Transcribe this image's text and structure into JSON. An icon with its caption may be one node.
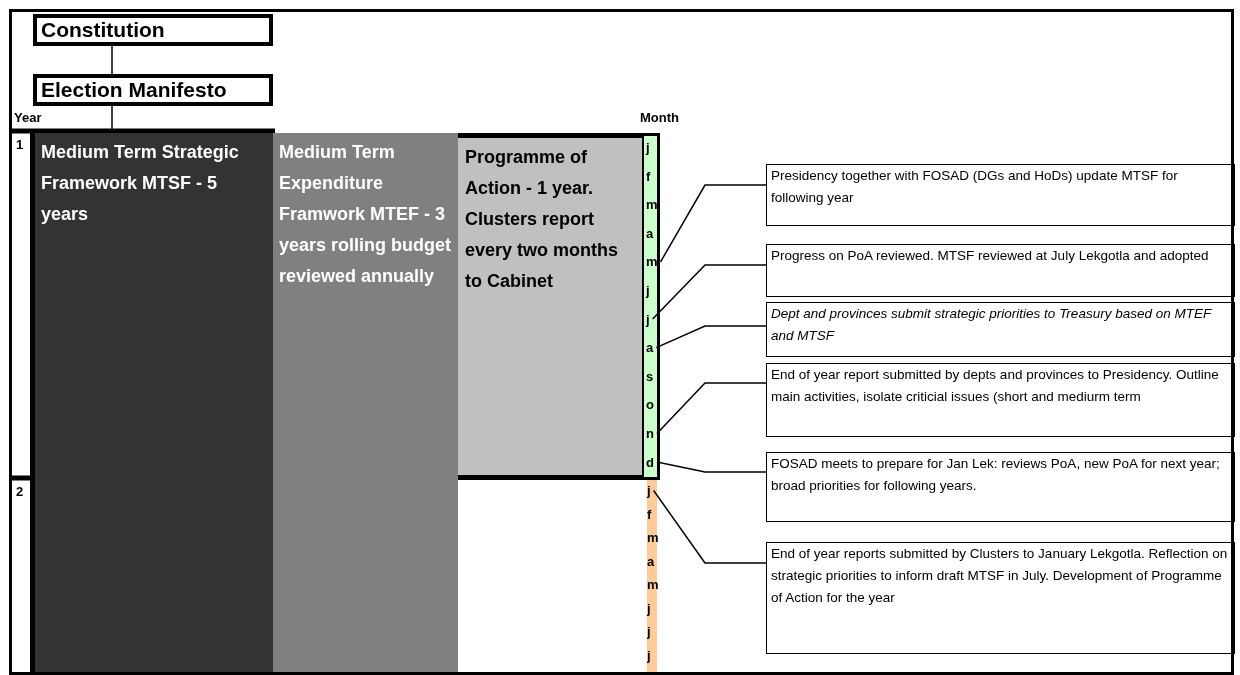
{
  "diagram": {
    "nodes": [
      {
        "text": [
          "Constitution"
        ]
      },
      {
        "text": [
          "Election Manifesto"
        ]
      },
      {
        "text": [
          "Medium Term Strategic Framework MTSF - 5 years"
        ]
      },
      {
        "text": [
          "Medium Term Expenditure Framwork MTEF - 3 years rolling budget reviewed annually"
        ]
      },
      {
        "text": [
          "Programme of Action - 1 year. Clusters report every two months to Cabinet"
        ]
      },
      {
        "text": [],
        "shape": "bar"
      },
      {
        "text": [
          "j"
        ],
        "in": 5
      },
      {
        "text": [
          "f"
        ],
        "in": 5
      },
      {
        "text": [
          "m"
        ],
        "in": 5
      },
      {
        "text": [
          "a"
        ],
        "in": 5
      },
      {
        "text": [
          "m"
        ],
        "in": 5
      },
      {
        "text": [
          "j"
        ],
        "in": 5
      },
      {
        "text": [
          "j"
        ],
        "in": 5
      },
      {
        "text": [
          "a"
        ],
        "in": 5
      },
      {
        "text": [
          "s"
        ],
        "in": 5
      },
      {
        "text": [
          "o"
        ],
        "in": 5
      },
      {
        "text": [
          "n"
        ],
        "in": 5
      },
      {
        "text": [
          "d"
        ],
        "in": 5
      },
      {
        "text": [],
        "shape": "bar"
      },
      {
        "text": [
          "j"
        ],
        "in": 18
      },
      {
        "text": [
          "f"
        ],
        "in": 18
      },
      {
        "text": [
          "m"
        ],
        "in": 18
      },
      {
        "text": [
          "a"
        ],
        "in": 18
      },
      {
        "text": [
          "m"
        ],
        "in": 18
      },
      {
        "text": [
          "j"
        ],
        "in": 18
      },
      {
        "text": [
          "j"
        ],
        "in": 18
      },
      {
        "text": [
          "j"
        ],
        "in": 18
      },
      {
        "text": [
          "Presidency together with FOSAD (DGs and HoDs) update MTSF for following year"
        ]
      },
      {
        "text": [
          "Progress on PoA reviewed. MTSF reviewed at July Lekgotla and adopted"
        ]
      },
      {
        "text": [
          "Dept and provinces submit strategic priorities to Treasury based on MTEF and MTSF"
        ]
      },
      {
        "text": [
          "End of year report submitted by depts and provinces to Presidency. Outline main activities, isolate criticial issues (short and mediurm term"
        ]
      },
      {
        "text": [
          "FOSAD meets to prepare for Jan Lek: reviews PoA, new PoA for next year; broad priorities for following years."
        ]
      },
      {
        "text": [
          "End of year reports submitted by Clusters to January Lekgotla. Reflection on strategic priorities to inform draft MTSF in July. Development of Programme of Action for the year"
        ]
      }
    ],
    "edges": [
      {
        "from": 0,
        "to": 1,
        "arrow": "none"
      },
      {
        "from": 1,
        "to": 2,
        "arrow": "none"
      },
      {
        "from": 27,
        "to": 10,
        "arrow": "none"
      },
      {
        "from": 28,
        "to": 12,
        "arrow": "none"
      },
      {
        "from": 29,
        "to": 13,
        "arrow": "none"
      },
      {
        "from": 30,
        "to": 16,
        "arrow": "none"
      },
      {
        "from": 31,
        "to": 17,
        "arrow": "none"
      },
      {
        "from": 32,
        "to": 19,
        "arrow": "none"
      }
    ],
    "labels": [
      "Year",
      "Month",
      "1",
      "2"
    ]
  }
}
